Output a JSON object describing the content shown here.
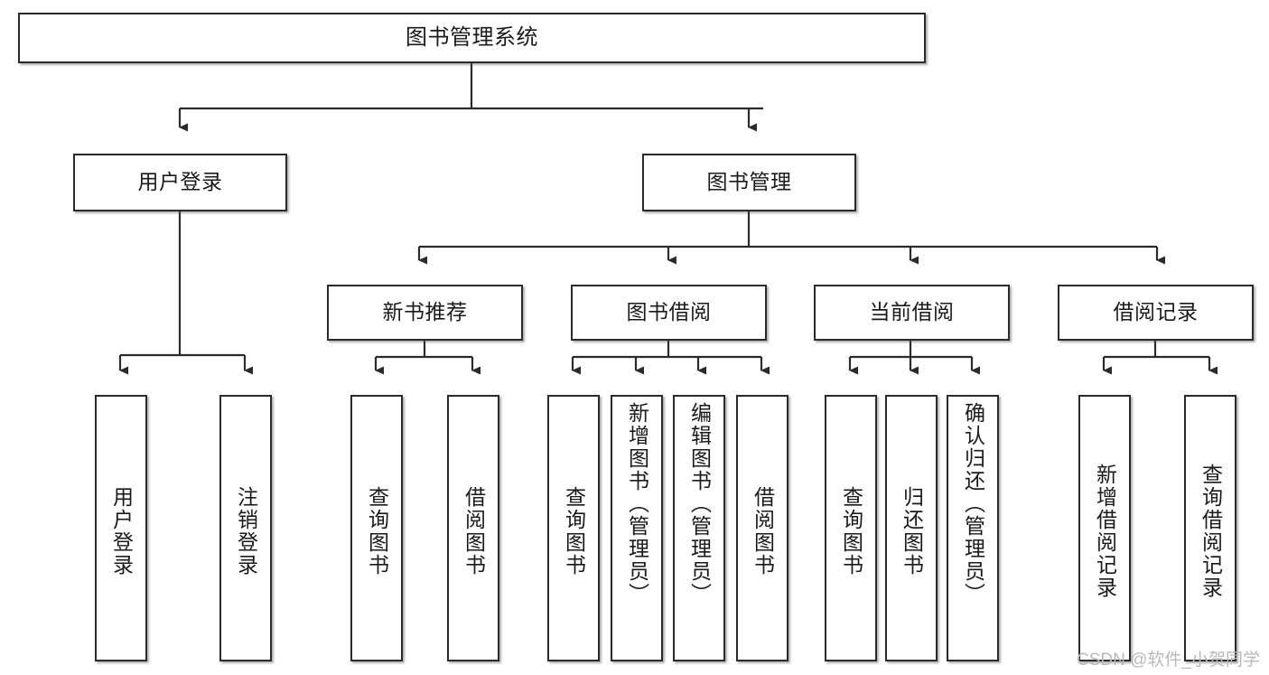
{
  "diagram": {
    "title": "图书管理系统",
    "type": "tree-hierarchy-diagram",
    "watermark": "CSDN @软件_小贺同学",
    "colors": {
      "stroke": "#2b2b2b",
      "fill": "#ffffff",
      "text": "#1a1a1a",
      "watermark": "#b9b9b9"
    },
    "nodes": {
      "root": {
        "label": "图书管理系统",
        "level": 1
      },
      "level2": [
        {
          "id": "user-login",
          "label": "用户登录"
        },
        {
          "id": "book-management",
          "label": "图书管理"
        }
      ],
      "level3": [
        {
          "id": "new-book-recommend",
          "label": "新书推荐"
        },
        {
          "id": "book-borrow",
          "label": "图书借阅"
        },
        {
          "id": "current-borrow",
          "label": "当前借阅"
        },
        {
          "id": "borrow-record",
          "label": "借阅记录"
        }
      ],
      "leaves": {
        "user-login": [
          {
            "id": "leaf-user-login",
            "label": "用户登录"
          },
          {
            "id": "leaf-logout-login",
            "label": "注销登录"
          }
        ],
        "new-book-recommend": [
          {
            "id": "leaf-query-book-1",
            "label": "查询图书"
          },
          {
            "id": "leaf-borrow-book-1",
            "label": "借阅图书"
          }
        ],
        "book-borrow": [
          {
            "id": "leaf-query-book-2",
            "label": "查询图书"
          },
          {
            "id": "leaf-add-book",
            "label": "新增图书（管理员）"
          },
          {
            "id": "leaf-edit-book",
            "label": "编辑图书（管理员）"
          },
          {
            "id": "leaf-borrow-book-2",
            "label": "借阅图书"
          }
        ],
        "current-borrow": [
          {
            "id": "leaf-query-book-3",
            "label": "查询图书"
          },
          {
            "id": "leaf-return-book",
            "label": "归还图书"
          },
          {
            "id": "leaf-confirm-return",
            "label": "确认归还（管理员）"
          }
        ],
        "borrow-record": [
          {
            "id": "leaf-add-record",
            "label": "新增借阅记录"
          },
          {
            "id": "leaf-query-record",
            "label": "查询借阅记录"
          }
        ]
      }
    }
  },
  "chart_data": {
    "type": "table",
    "title": "图书管理系统",
    "edges": [
      {
        "from": "图书管理系统",
        "to": "用户登录"
      },
      {
        "from": "图书管理系统",
        "to": "图书管理"
      },
      {
        "from": "用户登录",
        "to": "用户登录"
      },
      {
        "from": "用户登录",
        "to": "注销登录"
      },
      {
        "from": "图书管理",
        "to": "新书推荐"
      },
      {
        "from": "图书管理",
        "to": "图书借阅"
      },
      {
        "from": "图书管理",
        "to": "当前借阅"
      },
      {
        "from": "图书管理",
        "to": "借阅记录"
      },
      {
        "from": "新书推荐",
        "to": "查询图书"
      },
      {
        "from": "新书推荐",
        "to": "借阅图书"
      },
      {
        "from": "图书借阅",
        "to": "查询图书"
      },
      {
        "from": "图书借阅",
        "to": "新增图书（管理员）"
      },
      {
        "from": "图书借阅",
        "to": "编辑图书（管理员）"
      },
      {
        "from": "图书借阅",
        "to": "借阅图书"
      },
      {
        "from": "当前借阅",
        "to": "查询图书"
      },
      {
        "from": "当前借阅",
        "to": "归还图书"
      },
      {
        "from": "当前借阅",
        "to": "确认归还（管理员）"
      },
      {
        "from": "借阅记录",
        "to": "新增借阅记录"
      },
      {
        "from": "借阅记录",
        "to": "查询借阅记录"
      }
    ]
  }
}
